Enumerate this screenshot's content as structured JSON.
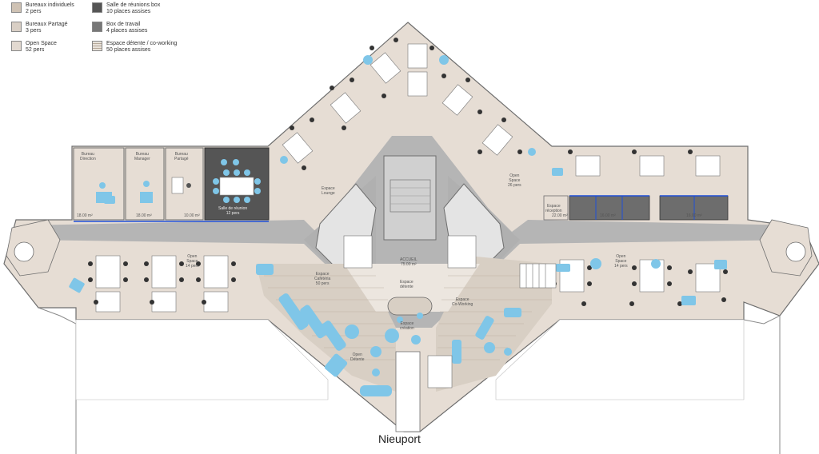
{
  "legend": [
    {
      "line1": "Bureaux individuels",
      "line2": "2 pers",
      "color": "#cfc2b4"
    },
    {
      "line1": "Bureaux Partagé",
      "line2": "3 pers",
      "color": "#d9cfc5"
    },
    {
      "line1": "Open Space",
      "line2": "52 pers",
      "color": "#e2d9d0"
    },
    {
      "line1": "Salle de réunions box",
      "line2": "10 places assises",
      "color": "#555555"
    },
    {
      "line1": "Box de travail",
      "line2": "4 places assises",
      "color": "#777777"
    },
    {
      "line1": "Espace détente / co-working",
      "line2": "50 places assises",
      "color": "#e8e2da"
    }
  ],
  "rooms": {
    "bureau_1": "Bureau\nDirection",
    "bureau_2": "Bureau\nManager",
    "bureau_3": "Bureau\nPartagé",
    "salle_reunion": "Salle de réunion\n12 pers",
    "open_space_left": "Open\nSpace\n14 pers",
    "open_space_top_right": "Open\nSpace\n26 pers",
    "open_space_right": "Open\nSpace\n14 pers",
    "espace_cafeteria": "Espace\nCafétéria\n50 pers",
    "accueil": "ACCUEIL\n75.00 m²",
    "espace_detente": "Espace\ndétente",
    "espace_coworking": "Espace\nCo-Working",
    "espace_creation": "Espace\ncréation",
    "open_detente": "Open\nDétente",
    "espace_lounge": "Espace\nLounge",
    "espace_reception": "Espace\nréception"
  },
  "areas": [
    "18.00 m²",
    "18.00 m²",
    "10.00 m²",
    "22.00 m²",
    "16.00 m²",
    "16.00 m²"
  ],
  "street": "Nieuport",
  "colors": {
    "floor": "#e6ddd4",
    "corridor": "#b5b5b5",
    "core": "#9a9a9a",
    "accent": "#7fc6e8",
    "wall": "#6e6e6e"
  }
}
